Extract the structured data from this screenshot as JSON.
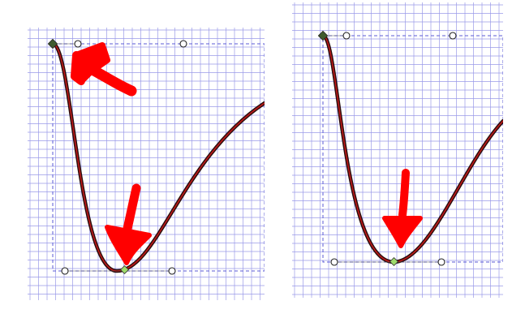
{
  "colors": {
    "grid": "#9a9ae8",
    "bbox": "#5b5bd6",
    "curve_outer": "#2a0f0f",
    "curve_inner": "#c01818",
    "annotation": "#ff0000",
    "node_selected": "#9fdc6c"
  },
  "panels": [
    {
      "id": "left-panel",
      "annotations": [
        "arrow-up-left",
        "arrow-down"
      ]
    },
    {
      "id": "right-panel",
      "annotations": [
        "arrow-down"
      ]
    }
  ]
}
